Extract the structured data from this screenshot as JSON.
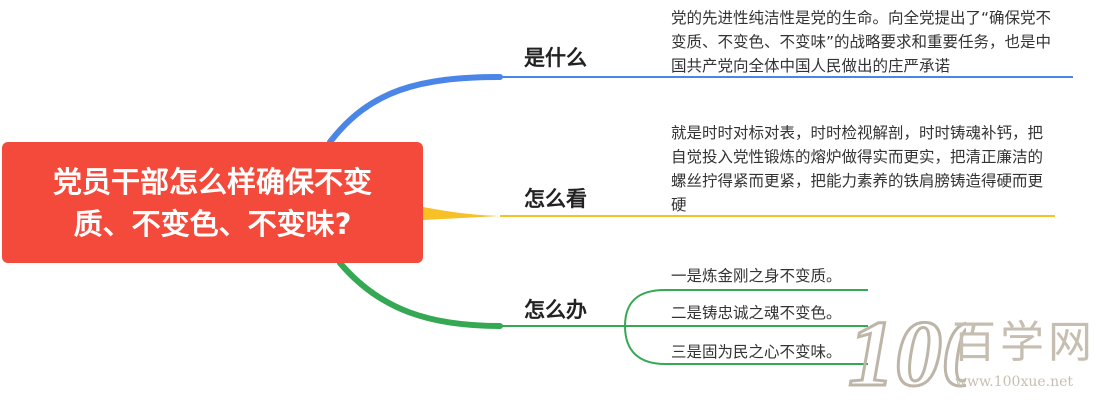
{
  "root": {
    "title": "党员干部怎么样确保不变质、不变色、不变味?"
  },
  "branches": [
    {
      "label": "是什么",
      "color": "#4a86e8",
      "text": "党的先进性纯洁性是党的生命。向全党提出了“确保党不变质、不变色、不变味”的战略要求和重要任务，也是中国共产党向全体中国人民做出的庄严承诺"
    },
    {
      "label": "怎么看",
      "color": "#f6c026",
      "text": "就是时时对标对表，时时检视解剖，时时铸魂补钙，把自觉投入党性锻炼的熔炉做得实而更实，把清正廉洁的螺丝拧得紧而更紧，把能力素养的铁肩膀铸造得硬而更硬"
    },
    {
      "label": "怎么办",
      "color": "#34a853",
      "items": [
        "一是炼金刚之身不变质。",
        "二是铸忠诚之魂不变色。",
        "三是固为民之心不变味。"
      ]
    }
  ],
  "watermark": {
    "digits": "100",
    "name": "百学网",
    "url": "www.100xue.net"
  }
}
